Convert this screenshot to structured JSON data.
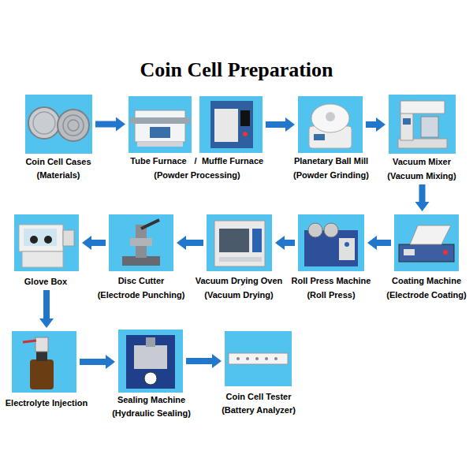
{
  "diagram": {
    "title": "Coin Cell Preparation",
    "nodes": [
      {
        "text": [
          "Coin Cell Cases",
          "(Materials)"
        ]
      },
      {
        "text": [
          "Tube Furnace",
          "/",
          "Muffle Furnace",
          "(Powder Processing)"
        ]
      },
      {
        "text": [
          "Planetary Ball Mill",
          "(Powder Grinding)"
        ]
      },
      {
        "text": [
          "Vacuum Mixer",
          "(Vacuum Mixing)"
        ]
      },
      {
        "text": [
          "Coating Machine",
          "(Electrode Coating)"
        ]
      },
      {
        "text": [
          "Roll Press Machine",
          "(Roll Press)"
        ]
      },
      {
        "text": [
          "Vacuum Drying Oven",
          "(Vacuum Drying)"
        ]
      },
      {
        "text": [
          "Disc Cutter",
          "(Electrode Punching)"
        ]
      },
      {
        "text": [
          "Glove Box"
        ]
      },
      {
        "text": [
          "Electrolyte Injection"
        ]
      },
      {
        "text": [
          "Sealing Machine",
          "(Hydraulic Sealing)"
        ]
      },
      {
        "text": [
          "Coin Cell Tester",
          "(Battery Analyzer)"
        ]
      }
    ],
    "edges": [
      {
        "from": 0,
        "to": 1,
        "arrow": "to"
      },
      {
        "from": 1,
        "to": 2,
        "arrow": "to"
      },
      {
        "from": 2,
        "to": 3,
        "arrow": "to"
      },
      {
        "from": 3,
        "to": 4,
        "arrow": "to"
      },
      {
        "from": 4,
        "to": 5,
        "arrow": "to"
      },
      {
        "from": 5,
        "to": 6,
        "arrow": "to"
      },
      {
        "from": 6,
        "to": 7,
        "arrow": "to"
      },
      {
        "from": 7,
        "to": 8,
        "arrow": "to"
      },
      {
        "from": 8,
        "to": 9,
        "arrow": "to"
      },
      {
        "from": 9,
        "to": 10,
        "arrow": "to"
      },
      {
        "from": 10,
        "to": 11,
        "arrow": "to"
      }
    ]
  }
}
